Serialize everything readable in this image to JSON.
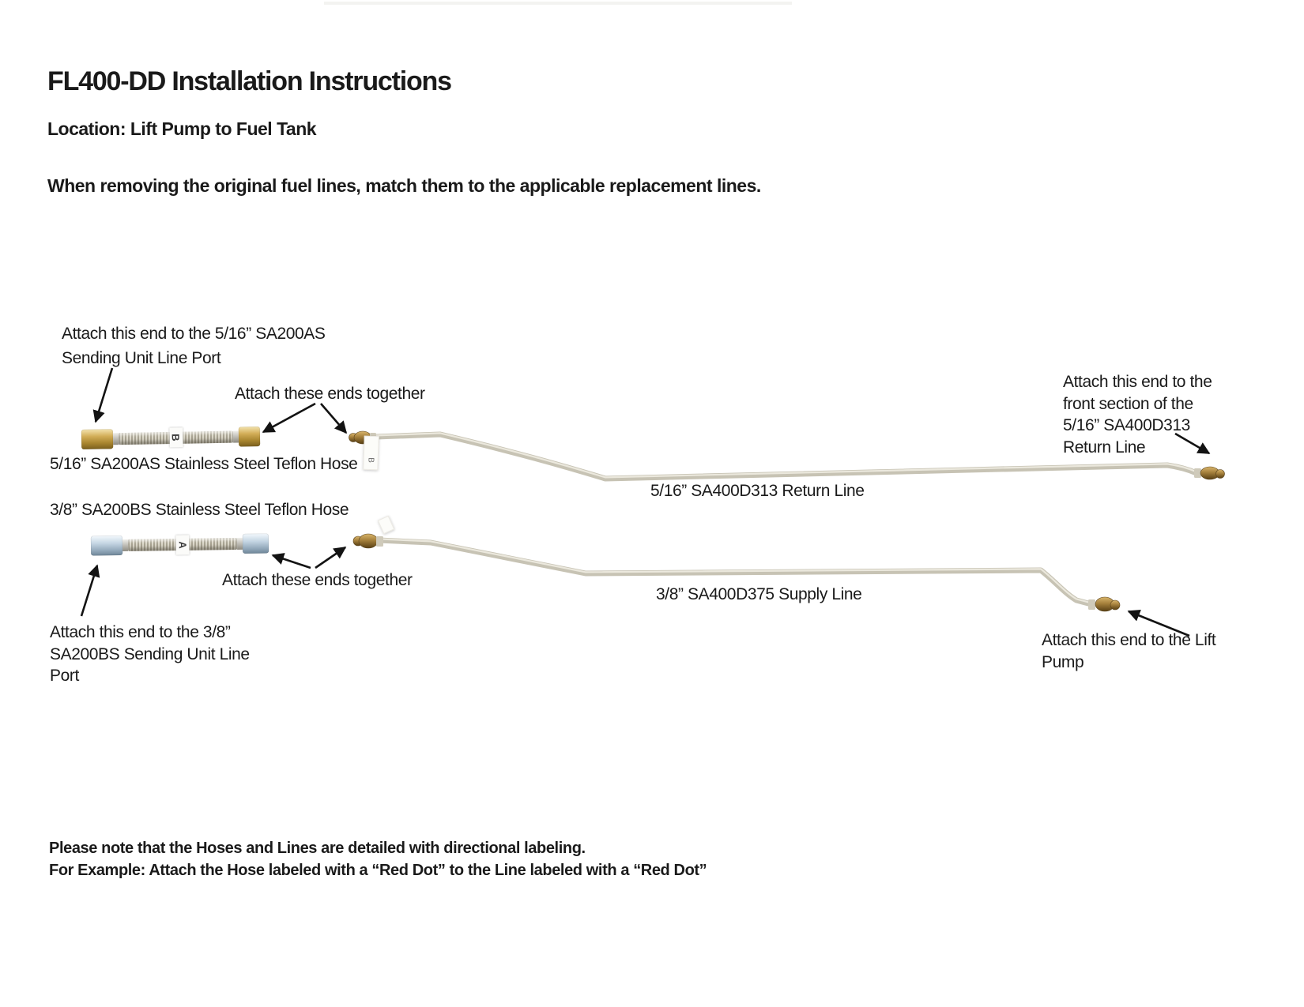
{
  "header": {
    "title": "FL400-DD Installation Instructions",
    "location": "Location: Lift Pump to Fuel Tank",
    "intro": "When removing the original fuel lines, match them to the applicable replacement lines."
  },
  "diagram": {
    "hose_516": {
      "caption": "5/16” SA200AS Stainless Steel Teflon Hose",
      "tag_letter": "B"
    },
    "hose_38": {
      "caption": "3/8” SA200BS Stainless Steel Teflon Hose",
      "tag_letter": "A"
    },
    "return_line": {
      "label": "5/16” SA400D313 Return Line",
      "tag_letter": "B"
    },
    "supply_line": {
      "label": "3/8” SA400D375 Supply Line"
    },
    "annotations": {
      "sending_unit_516_l1": "Attach this end to the 5/16” SA200AS",
      "sending_unit_516_l2": "Sending Unit Line Port",
      "attach_together_top": "Attach these ends together",
      "attach_together_bottom": "Attach these ends together",
      "front_section_l1": "Attach this end to the",
      "front_section_l2": "front section of the",
      "front_section_l3": "5/16” SA400D313",
      "front_section_l4": "Return Line",
      "lift_pump_l1": "Attach this end to the Lift",
      "lift_pump_l2": "Pump",
      "sending_unit_38_l1": "Attach this end to the 3/8”",
      "sending_unit_38_l2": "SA200BS Sending Unit Line",
      "sending_unit_38_l3": "Port"
    }
  },
  "footer": {
    "note1": "Please note that the Hoses and Lines are detailed with directional labeling.",
    "note2": "For Example: Attach the Hose labeled with a “Red Dot” to the Line labeled with a “Red Dot”"
  },
  "colors": {
    "text": "#1a1a1a",
    "tube": "#c7c3b4",
    "brass_fitting": "#a5803c",
    "gold_fitting": "#d3ae58",
    "steel_fitting": "#c3d4e2"
  }
}
